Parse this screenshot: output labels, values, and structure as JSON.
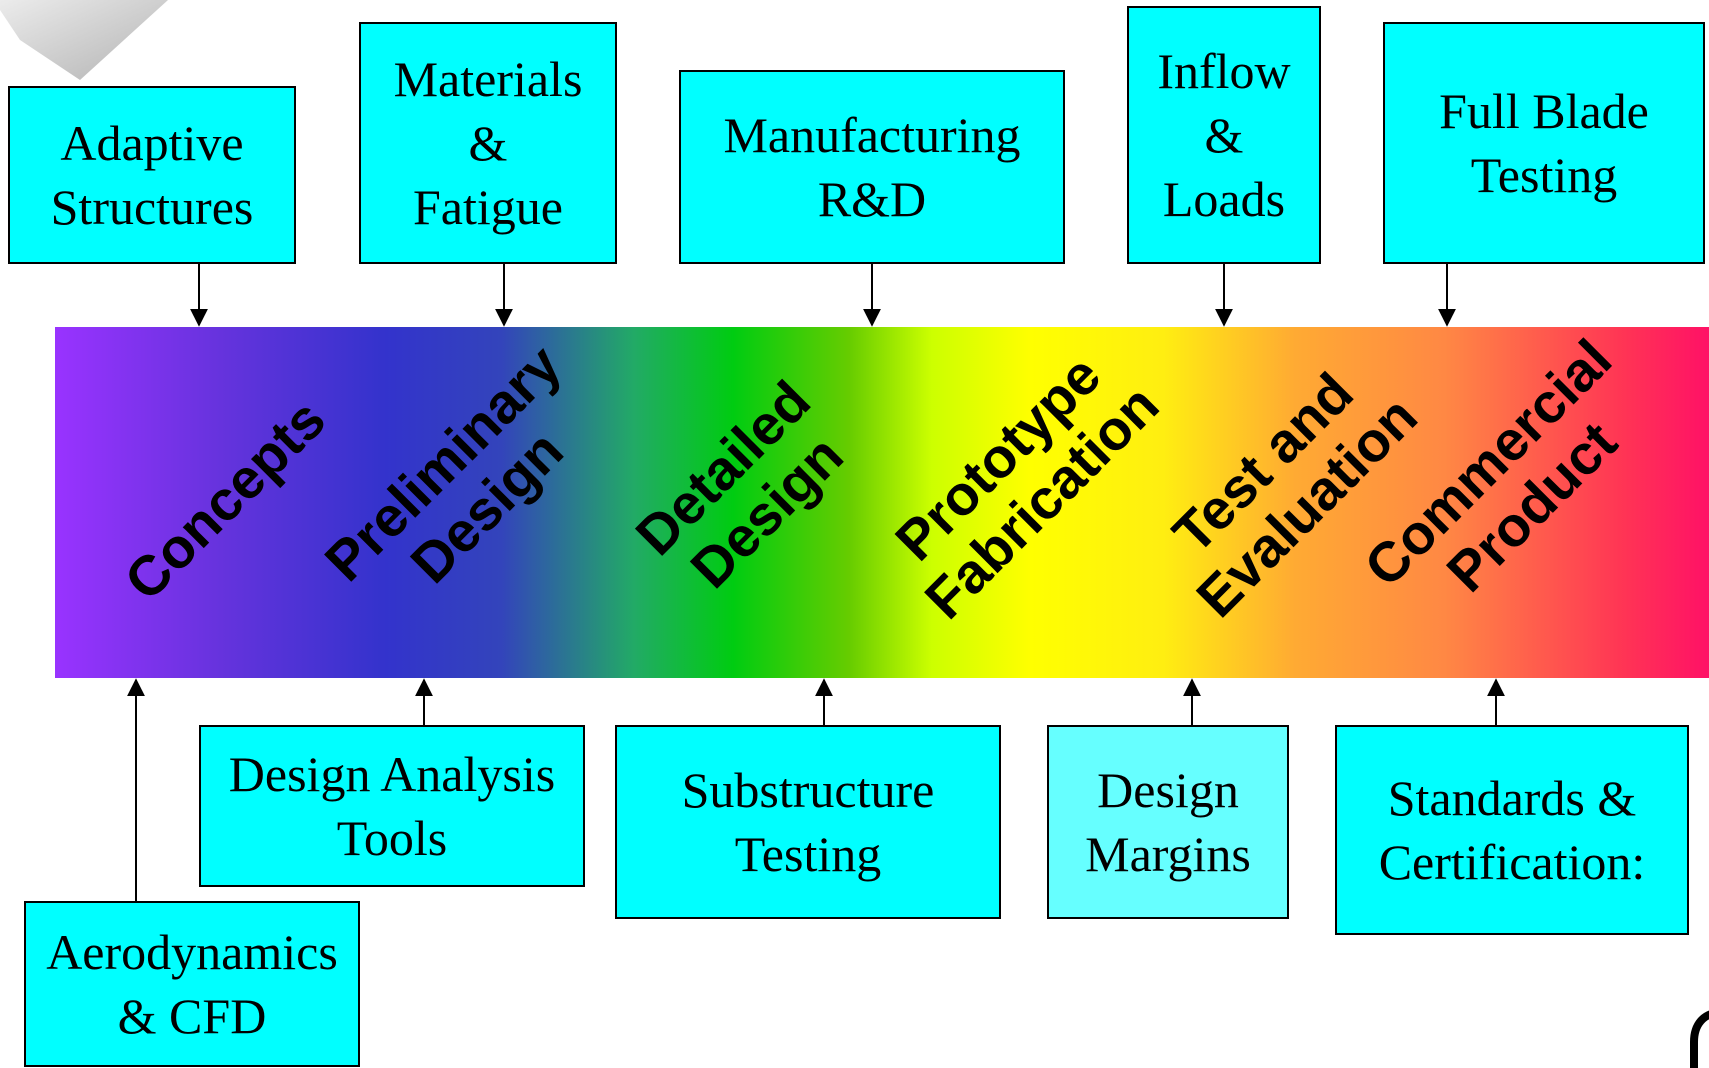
{
  "colors": {
    "box_fill": "#00ffff",
    "box_fill_light": "#66ffff",
    "band_start": "#9933ff",
    "band_end": "#ff1166"
  },
  "stages": [
    "Concepts",
    "Preliminary\nDesign",
    "Detailed\nDesign",
    "Prototype\nFabrication",
    "Test and\nEvaluation",
    "Commercial\nProduct"
  ],
  "top_boxes": [
    "Adaptive\nStructures",
    "Materials\n&\nFatigue",
    "Manufacturing\nR&D",
    "Inflow\n&\nLoads",
    "Full Blade\nTesting"
  ],
  "bottom_boxes": [
    "Design Analysis\nTools",
    "Substructure\nTesting",
    "Design\nMargins",
    "Standards &\nCertification:",
    "Aerodynamics\n& CFD"
  ]
}
